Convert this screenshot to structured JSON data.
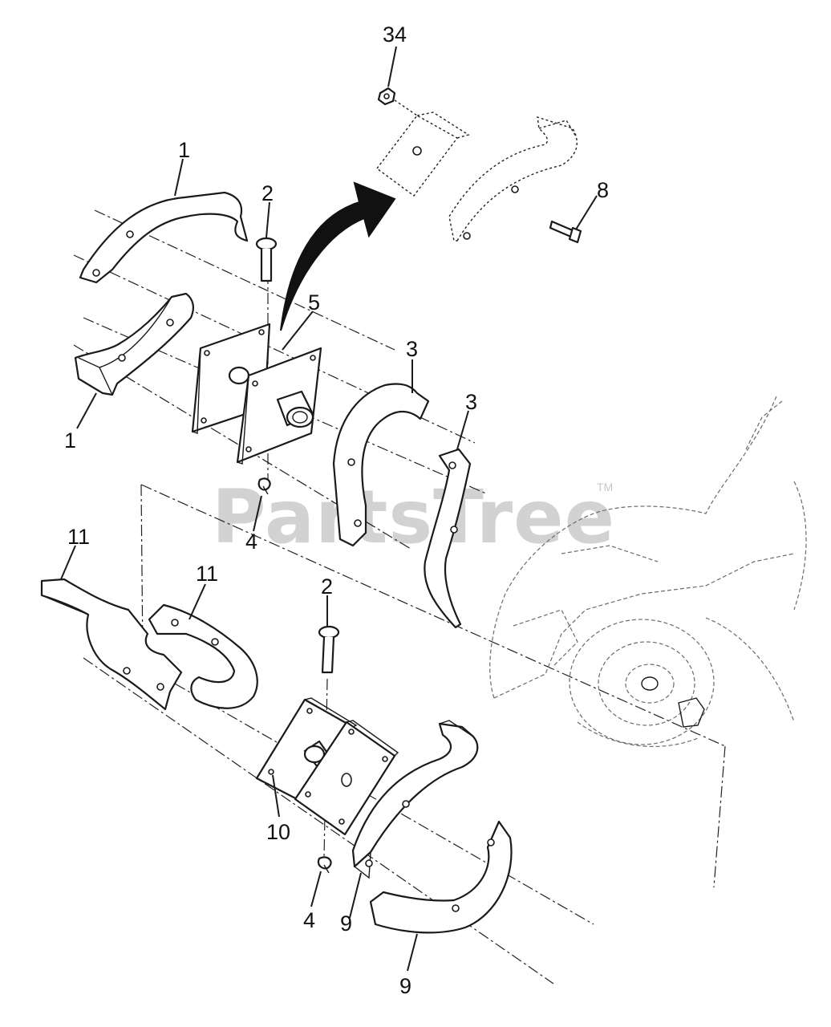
{
  "watermark": {
    "text": "PartsTree",
    "trademark": "TM"
  },
  "callouts": {
    "c34": "34",
    "c1a": "1",
    "c2a": "2",
    "c8": "8",
    "c5": "5",
    "c1b": "1",
    "c3a": "3",
    "c3b": "3",
    "c4a": "4",
    "c11a": "11",
    "c11b": "11",
    "c2b": "2",
    "c10": "10",
    "c4b": "4",
    "c9a": "9",
    "c9b": "9"
  }
}
